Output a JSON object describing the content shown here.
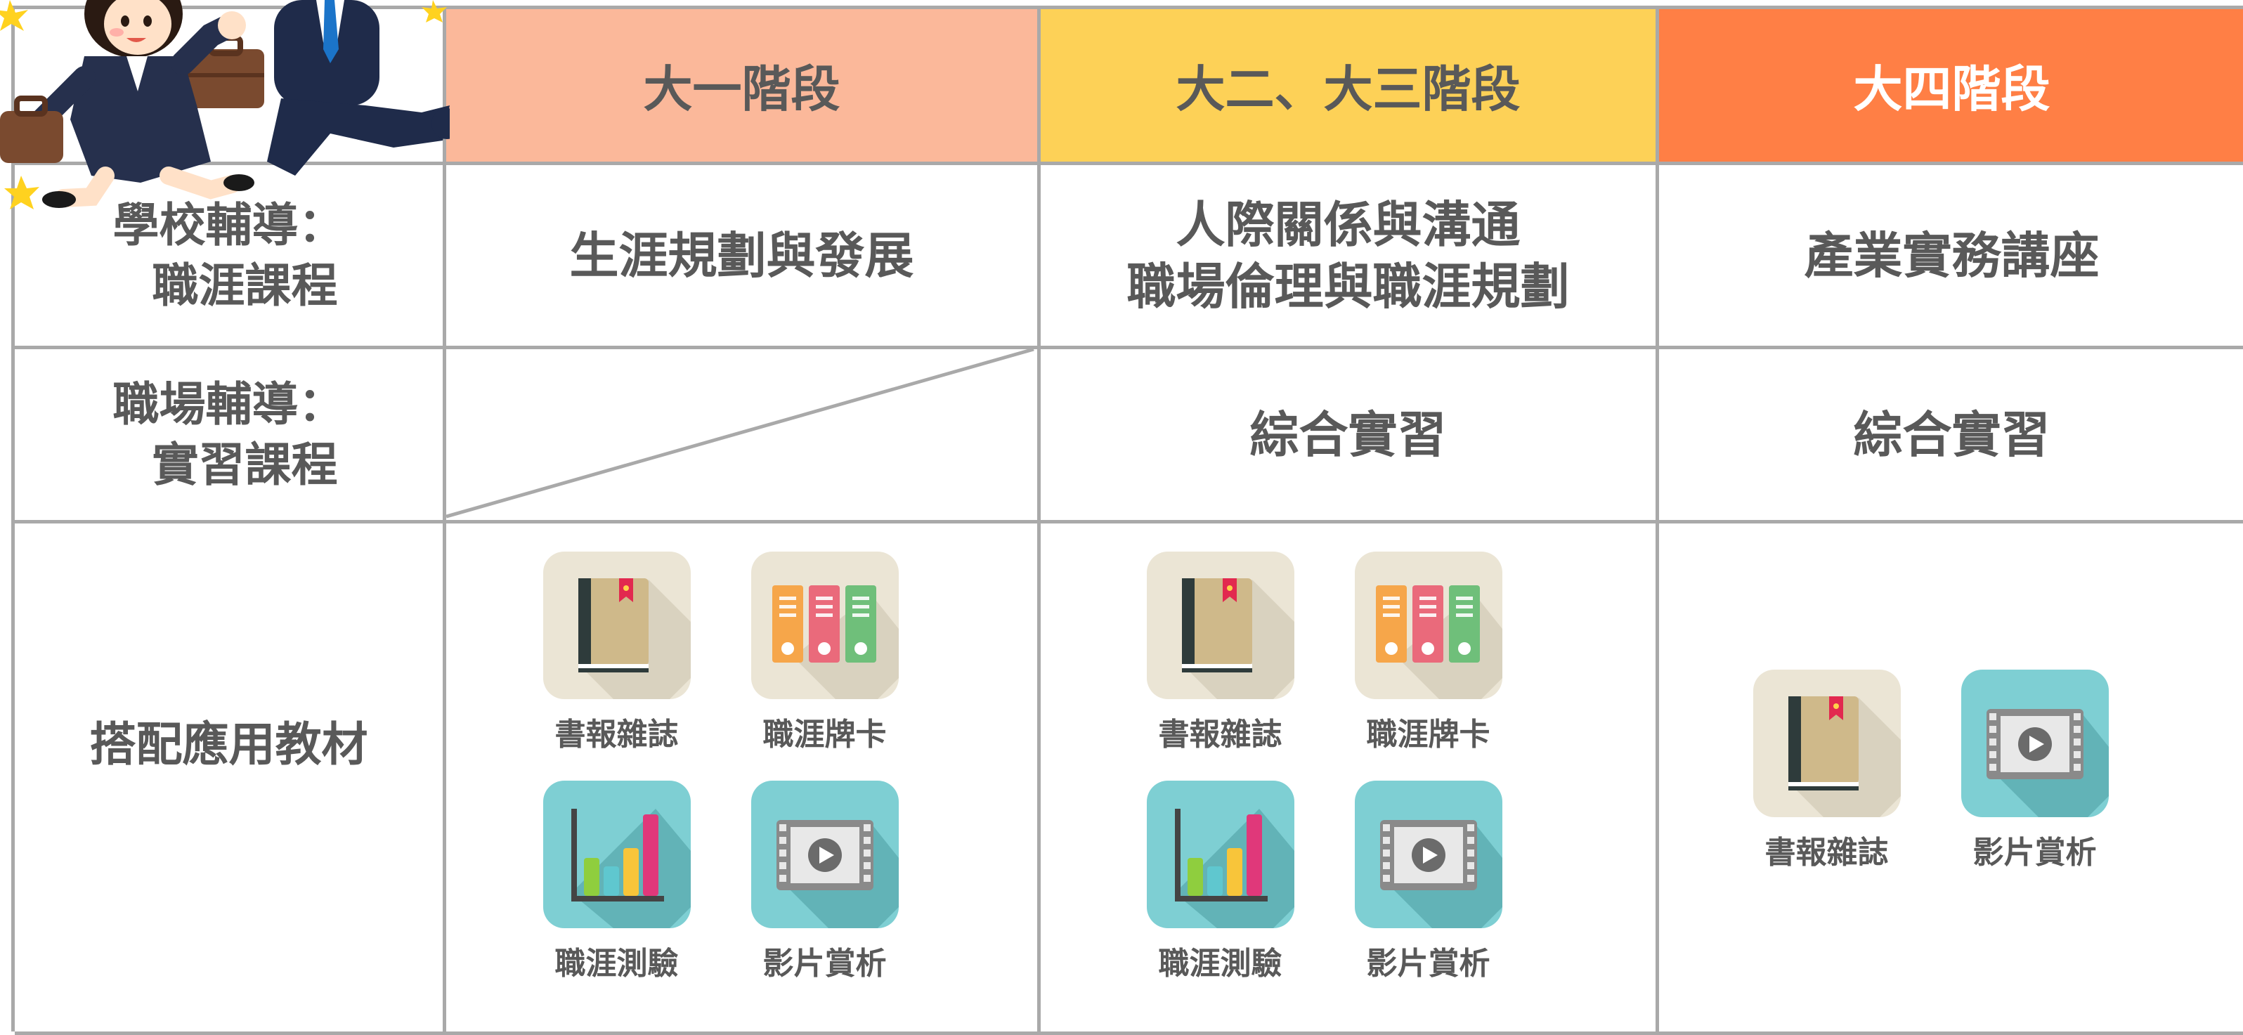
{
  "header": {
    "year1": "大一階段",
    "year23": "大二、大三階段",
    "year4": "大四階段"
  },
  "rows": {
    "school": {
      "label": "學校輔導：\n  職涯課程"
    },
    "workplace": {
      "label": "職場輔導：\n  實習課程"
    },
    "materials": {
      "label": "搭配應用教材"
    }
  },
  "school": {
    "year1": "生涯規劃與發展",
    "year23_line1": "人際關係與溝通",
    "year23_line2": "職場倫理與職涯規劃",
    "year4": "產業實務講座"
  },
  "workplace": {
    "year23": "綜合實習",
    "year4": "綜合實習"
  },
  "materials": {
    "year1": [
      {
        "label": "書報雜誌",
        "icon": "book-icon"
      },
      {
        "label": "職涯牌卡",
        "icon": "binders-icon"
      },
      {
        "label": "職涯測驗",
        "icon": "bar-chart-icon"
      },
      {
        "label": "影片賞析",
        "icon": "video-icon"
      }
    ],
    "year23": [
      {
        "label": "書報雜誌",
        "icon": "book-icon"
      },
      {
        "label": "職涯牌卡",
        "icon": "binders-icon"
      },
      {
        "label": "職涯測驗",
        "icon": "bar-chart-icon"
      },
      {
        "label": "影片賞析",
        "icon": "video-icon"
      }
    ],
    "year4": [
      {
        "label": "書報雜誌",
        "icon": "book-icon"
      },
      {
        "label": "影片賞析",
        "icon": "video-icon"
      }
    ]
  },
  "colors": {
    "year1_bg": "#fbb89a",
    "year23_bg": "#fdd157",
    "year4_bg": "#ff7f45",
    "border": "#a9a9a9",
    "text": "#595959"
  }
}
